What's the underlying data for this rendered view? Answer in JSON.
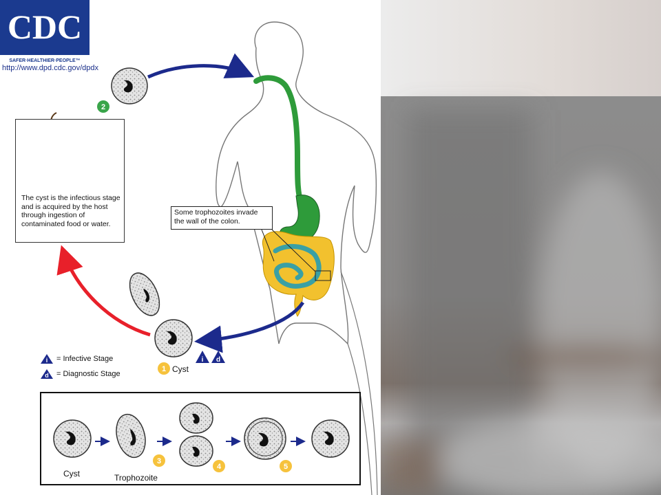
{
  "logo": {
    "text": "CDC",
    "tagline": "SAFER·HEALTHIER·PEOPLE™"
  },
  "source_url": "http://www.dpd.cdc.gov/dpdx",
  "info_box": {
    "text": "The cyst is the infectious stage and is acquired by the host through ingestion of contaminated food or water."
  },
  "callout": {
    "text": "Some trophozoites invade the wall of the colon."
  },
  "legend": {
    "infective": {
      "symbol": "i",
      "label": "= Infective Stage"
    },
    "diagnostic": {
      "symbol": "d",
      "label": "= Diagnostic Stage"
    }
  },
  "markers": {
    "m1": "1",
    "m2": "2",
    "m3": "3",
    "m4": "4",
    "m5": "5",
    "i": "i",
    "d": "d"
  },
  "labels": {
    "cyst_main": "Cyst",
    "cyst_bottom": "Cyst",
    "trophozoite": "Trophozoite"
  },
  "colors": {
    "arrow_blue": "#1c2a8c",
    "arrow_red": "#e8202a",
    "marker_yellow": "#f6c23c",
    "marker_green": "#3aa54a",
    "gut_green": "#2e9b3a",
    "colon_yellow": "#f2c12e",
    "intestine_teal": "#3aa0a4",
    "logo_blue": "#1b3a8f"
  }
}
